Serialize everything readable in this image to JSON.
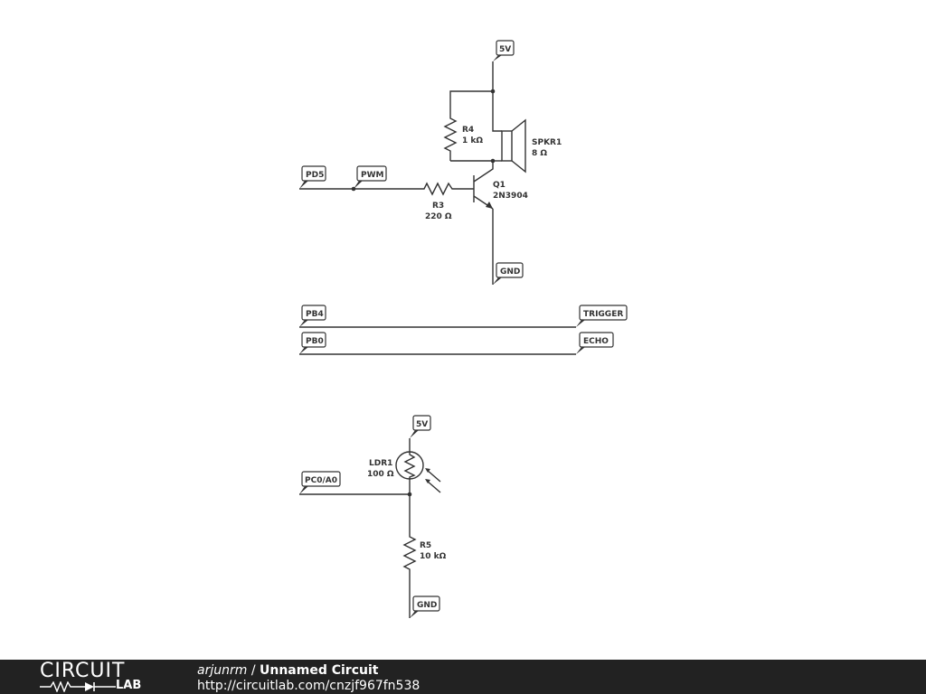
{
  "flags": {
    "vcc_top": "5V",
    "pd5": "PD5",
    "pwm": "PWM",
    "gnd_top": "GND",
    "pb4": "PB4",
    "trigger": "TRIGGER",
    "pb0": "PB0",
    "echo": "ECHO",
    "vcc_bottom": "5V",
    "pc0": "PC0/A0",
    "gnd_bottom": "GND"
  },
  "components": {
    "r4": {
      "name": "R4",
      "value": "1 kΩ"
    },
    "r3": {
      "name": "R3",
      "value": "220 Ω"
    },
    "q1": {
      "name": "Q1",
      "value": "2N3904"
    },
    "spkr1": {
      "name": "SPKR1",
      "value": "8 Ω"
    },
    "ldr1": {
      "name": "LDR1",
      "value": "100 Ω"
    },
    "r5": {
      "name": "R5",
      "value": "10 kΩ"
    }
  },
  "footer": {
    "logo_top": "CIRCUIT",
    "logo_bottom": "LAB",
    "author": "arjunrm",
    "separator": " / ",
    "title": "Unnamed Circuit",
    "url": "http://circuitlab.com/cnzjf967fn538"
  },
  "colors": {
    "ink": "#333333",
    "footer_bg": "#222222"
  }
}
